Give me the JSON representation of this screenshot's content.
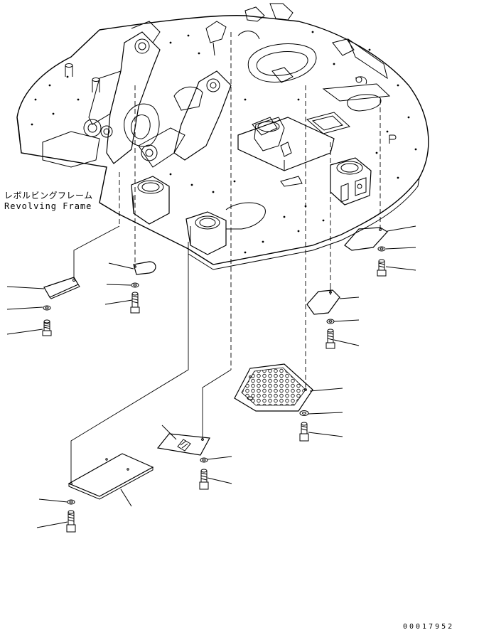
{
  "diagram": {
    "label_jp": "レボルビングフレーム",
    "label_en": "Revolving Frame",
    "part_id": "00017952"
  }
}
